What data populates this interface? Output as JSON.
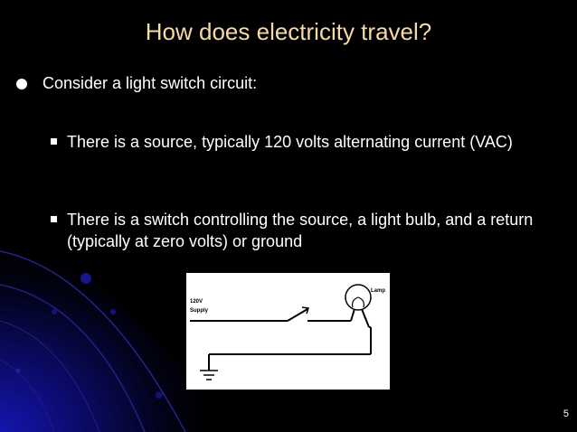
{
  "slide": {
    "title": "How does electricity travel?",
    "bullet1": "Consider a light switch circuit:",
    "sub_bullets": [
      "There is a source, typically 120 volts alternating current (VAC)",
      "There is a switch controlling the source, a light bulb, and a return (typically at zero volts) or ground"
    ],
    "diagram": {
      "supply_label_1": "120V",
      "supply_label_2": "Supply",
      "lamp_label": "Lamp"
    },
    "page_number": "5"
  },
  "colors": {
    "background": "#000000",
    "title": "#f5d9a6",
    "text": "#ffffff",
    "accent_blue": "#1a1aa8"
  }
}
